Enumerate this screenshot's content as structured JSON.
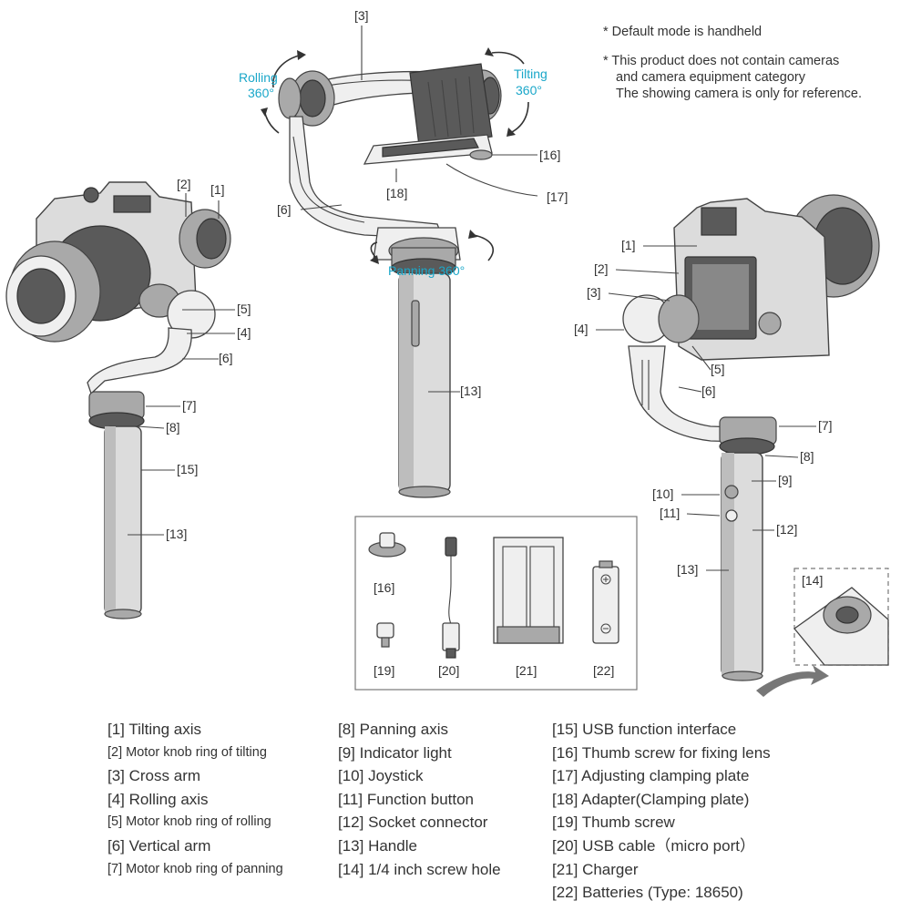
{
  "notes": {
    "default_mode": "* Default mode is handheld",
    "product_line1": "* This product does not contain cameras",
    "product_line2": "and camera equipment category",
    "product_line3": "The showing camera is only for reference."
  },
  "rotation_labels": {
    "rolling_word": "Rolling",
    "rolling_deg": "360°",
    "tilting_word": "Tilting",
    "tilting_deg": "360°",
    "panning": "Panning 360°"
  },
  "callouts": {
    "c1": "[1]",
    "c2": "[2]",
    "c3": "[3]",
    "c4": "[4]",
    "c5": "[5]",
    "c6": "[6]",
    "c7": "[7]",
    "c8": "[8]",
    "c9": "[9]",
    "c10": "[10]",
    "c11": "[11]",
    "c12": "[12]",
    "c13": "[13]",
    "c14": "[14]",
    "c15": "[15]",
    "c16": "[16]",
    "c17": "[17]",
    "c18": "[18]",
    "c19": "[19]",
    "c20": "[20]",
    "c21": "[21]",
    "c22": "[22]"
  },
  "legend": {
    "col1": [
      "[1] Tilting axis",
      "[2] Motor knob ring of tilting",
      "[3] Cross arm",
      "[4] Rolling axis",
      "[5] Motor knob ring of rolling",
      "[6] Vertical arm",
      "[7] Motor knob ring of panning"
    ],
    "col2": [
      "[8] Panning axis",
      "[9] Indicator light",
      "[10] Joystick",
      "[11] Function button",
      "[12] Socket connector",
      "[13] Handle",
      "[14] 1/4 inch screw hole"
    ],
    "col3": [
      "[15] USB function interface",
      "[16] Thumb screw for fixing lens",
      "[17] Adjusting clamping plate",
      "[18] Adapter(Clamping plate)",
      "[19] Thumb screw",
      "[20] USB cable（micro port）",
      "[21] Charger",
      "[22] Batteries (Type: 18650)"
    ]
  },
  "colors": {
    "accent": "#1aa7c9",
    "line": "#444444",
    "text": "#333333"
  },
  "icons": [
    "battery-plus-icon",
    "battery-minus-icon",
    "usb-icon"
  ]
}
